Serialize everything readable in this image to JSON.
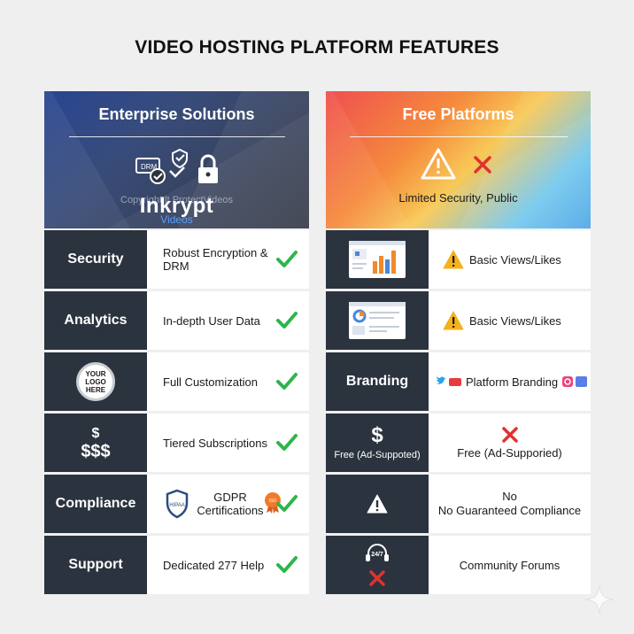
{
  "title": "VIDEO HOSTING PLATFORM FEATURES",
  "colors": {
    "dark_cell": "#2b333f",
    "check_green": "#2eb54a",
    "warn_yellow": "#f3b11c",
    "cross_red": "#e0322f"
  },
  "enterprise": {
    "heading": "Enterprise Solutions",
    "ghost_text": "Copyright lt ProtectVideos",
    "brand_name": "Inkrypt",
    "brand_sub": "Videos",
    "rows": [
      {
        "label": "Security",
        "value": "Robust Encryption & DRM",
        "icon": "check-icon"
      },
      {
        "label": "Analytics",
        "value": "In-depth User Data",
        "icon": "check-icon"
      },
      {
        "label_icon": "logo-placeholder",
        "label_text": "YOUR LOGO HERE",
        "value": "Full Customization",
        "icon": "check-icon"
      },
      {
        "label_icon": "dollar-signs",
        "label_text": "$",
        "label_text2": "$$$",
        "value": "Tiered Subscriptions",
        "icon": "check-icon"
      },
      {
        "label": "Compliance",
        "value": "GDPR Certifications",
        "badge_left": "HIPAA",
        "badge_right": "ISO",
        "icon": "check-icon"
      },
      {
        "label": "Support",
        "value": "Dedicated 277 Help",
        "icon": "check-icon"
      }
    ]
  },
  "free": {
    "heading": "Free Platforms",
    "caption": "Limited Security, Public",
    "rows": [
      {
        "label_icon": "analytics-dashboard-icon",
        "value": "Basic Views/Likes",
        "icon": "warning-icon"
      },
      {
        "label_icon": "analytics-dashboard-icon",
        "value": "Basic Views/Likes",
        "icon": "warning-icon"
      },
      {
        "label": "Branding",
        "value": "Platform Branding",
        "icon": "social-icons"
      },
      {
        "label_icon": "dollar-icon",
        "label_text": "Free (Ad-Suppoted)",
        "value": "Free (Ad-Supporied)",
        "icon": "cross-icon"
      },
      {
        "label_icon": "warning-icon",
        "value_line1": "No",
        "value_line2": "No Guaranteed Compliance"
      },
      {
        "label_icon": "headset-icon",
        "headset_text": "24/7",
        "value": "Community Forums",
        "icon": "cross-icon"
      }
    ]
  }
}
